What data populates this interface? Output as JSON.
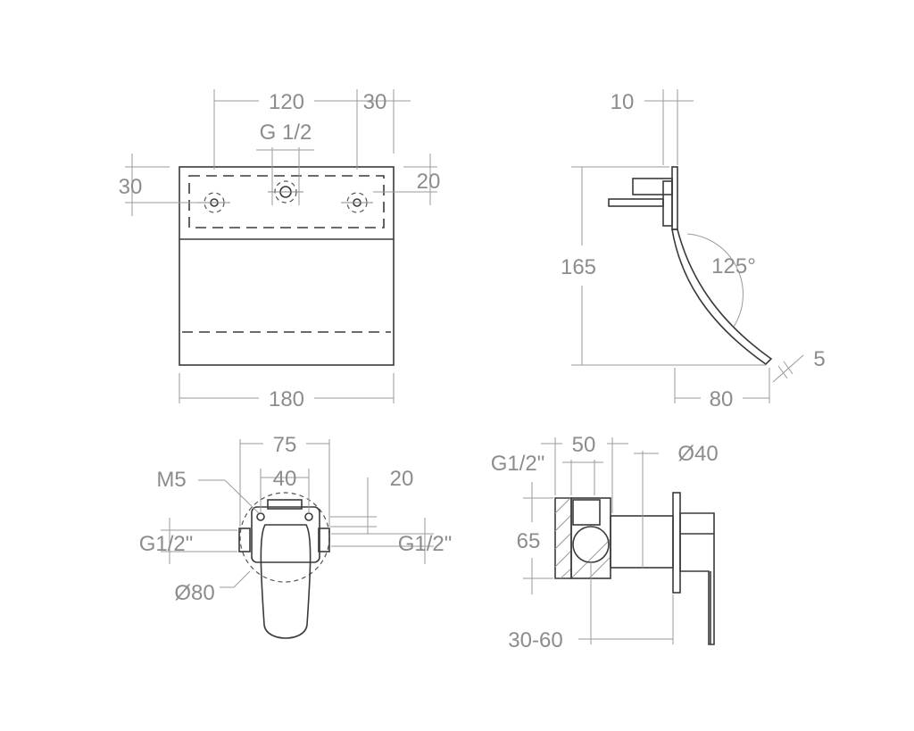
{
  "front_view": {
    "width_label": "180",
    "spacing_label": "120",
    "edge_offset_label": "30",
    "thread_label": "G 1/2",
    "top_offset_label": "30",
    "hole_offset_label": "20"
  },
  "side_view": {
    "plate_thickness_label": "10",
    "height_label": "165",
    "angle_label": "125°",
    "projection_label": "80",
    "spout_thickness_label": "5"
  },
  "body_front_view": {
    "screw_label": "M5",
    "outer_width_label": "75",
    "inner_width_label": "40",
    "offset_label": "20",
    "inlet_left_label": "G1/2\"",
    "inlet_right_label": "G1/2\"",
    "diameter_label": "Ø80"
  },
  "body_side_view": {
    "thread_label": "G1/2\"",
    "width_label": "50",
    "diameter_label": "Ø40",
    "height_label": "65",
    "depth_label": "30-60"
  }
}
